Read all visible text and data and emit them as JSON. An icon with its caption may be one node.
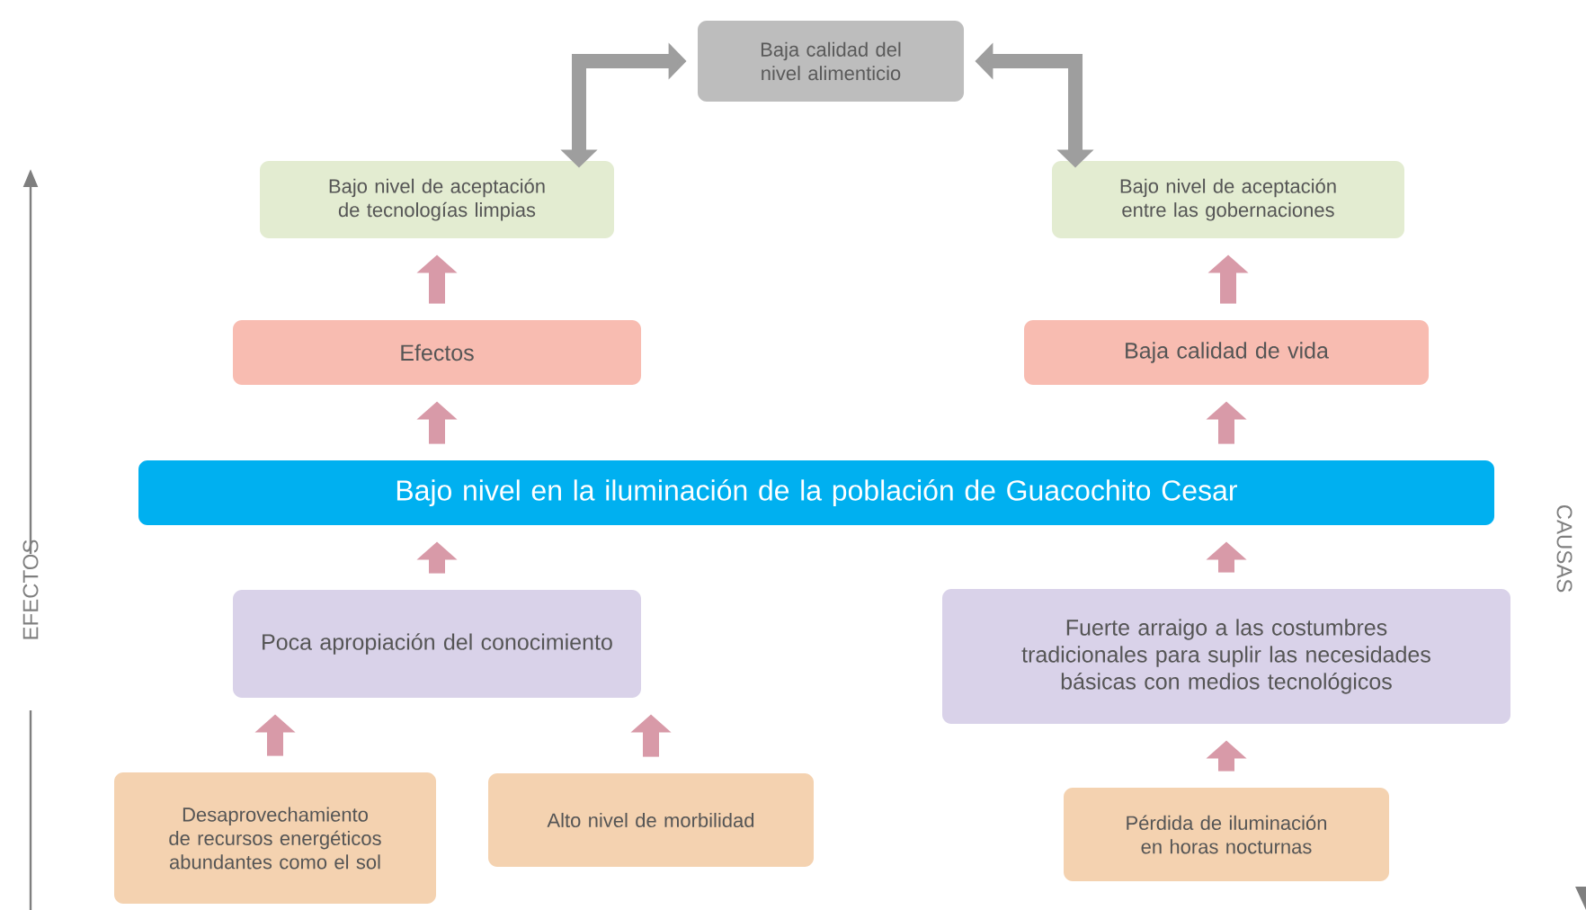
{
  "diagram": {
    "nodes": [
      {
        "text": [
          "Baja calidad del nivel alimenticio"
        ]
      },
      {
        "text": [
          "Bajo nivel de aceptación de tecnologías limpias"
        ]
      },
      {
        "text": [
          "Bajo nivel de aceptación entre las gobernaciones"
        ]
      },
      {
        "text": [
          "Efectos"
        ]
      },
      {
        "text": [
          "Baja calidad de vida"
        ]
      },
      {
        "text": [
          "Bajo nivel en la iluminación de la población de Guacochito Cesar"
        ]
      },
      {
        "text": [
          "Poca apropiación del conocimiento"
        ]
      },
      {
        "text": [
          "Fuerte arraigo a las costumbres tradicionales para suplir las necesidades básicas con medios tecnológicos"
        ]
      },
      {
        "text": [
          "Desaprovechamiento de recursos energéticos abundantes como el sol"
        ]
      },
      {
        "text": [
          "Alto nivel de morbilidad"
        ]
      },
      {
        "text": [
          "Pérdida de iluminación en horas nocturnas"
        ]
      }
    ],
    "edges": [
      {
        "from": 0,
        "to": 1,
        "arrow": "both",
        "color": "#9e9e9e"
      },
      {
        "from": 0,
        "to": 2,
        "arrow": "both",
        "color": "#9e9e9e"
      },
      {
        "from": 3,
        "to": 1,
        "arrow": "to"
      },
      {
        "from": 4,
        "to": 2,
        "arrow": "to"
      },
      {
        "from": 5,
        "to": 3,
        "arrow": "to"
      },
      {
        "from": 5,
        "to": 4,
        "arrow": "to"
      },
      {
        "from": 6,
        "to": 5,
        "arrow": "to"
      },
      {
        "from": 7,
        "to": 5,
        "arrow": "to"
      },
      {
        "from": 8,
        "to": 6,
        "arrow": "to"
      },
      {
        "from": 9,
        "to": 6,
        "arrow": "to"
      },
      {
        "from": 10,
        "to": 7,
        "arrow": "to"
      }
    ],
    "labels": [
      "EFECTOS",
      "CAUSAS"
    ]
  }
}
